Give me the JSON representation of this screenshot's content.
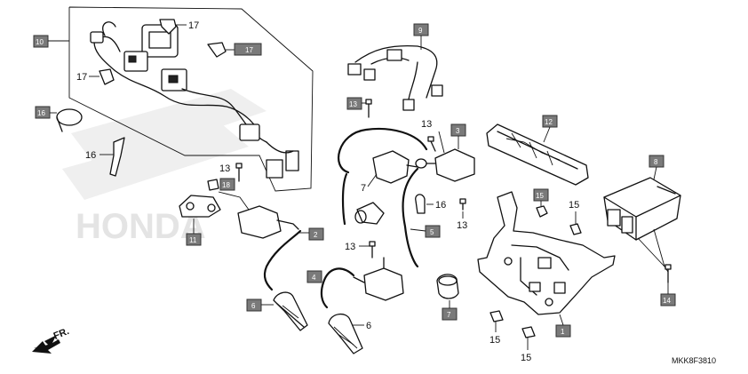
{
  "diagram": {
    "code": "MKK8F3810",
    "front_marker": "FR.",
    "watermark": "HONDA",
    "colors": {
      "box_fill": "#7a7a7a",
      "ink": "#111111",
      "watermark": "#e4e4e4"
    }
  },
  "boxed_labels": {
    "b1": "1",
    "b2": "2",
    "b3": "3",
    "b4": "4",
    "b5": "5",
    "b6a": "6",
    "b7": "7",
    "b8": "8",
    "b9": "9",
    "b10": "10",
    "b11": "11",
    "b12": "12",
    "b14": "14",
    "b15": "15",
    "b16": "16",
    "b17": "17",
    "b18": "18"
  },
  "plain_labels": {
    "p17a": "17",
    "p17b": "17",
    "p16": "16",
    "p13a": "13",
    "p13b": "13",
    "p13c": "13",
    "p13d": "13",
    "p7": "7",
    "p16b": "16",
    "p13e": "13",
    "p15a": "15",
    "p6b": "6",
    "p15b": "15",
    "p15c": "15"
  }
}
